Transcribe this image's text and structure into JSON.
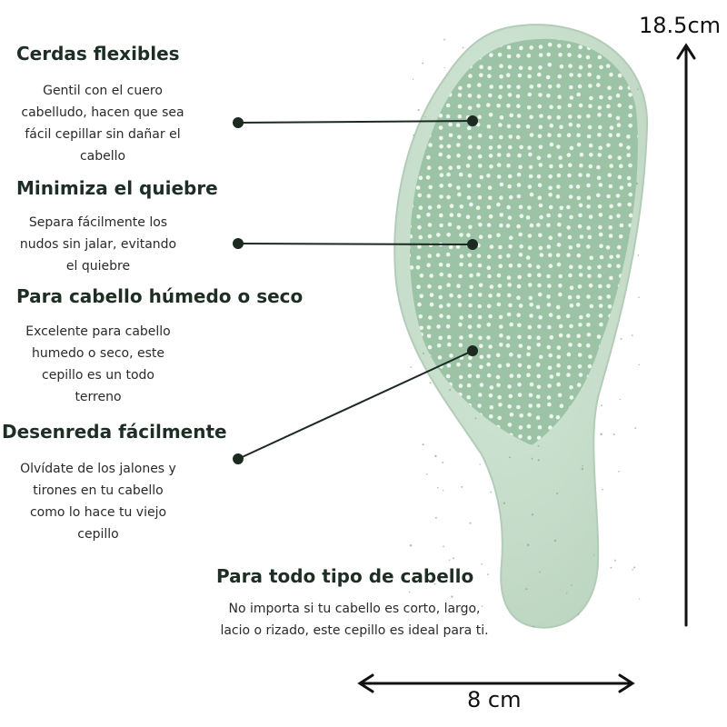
{
  "features": [
    {
      "title": "Cerdas flexibles",
      "description": [
        "Gentil con el cuero",
        "cabelludo, hacen que sea",
        "fácil cepillar sin dañar el",
        "cabello"
      ]
    },
    {
      "title": "Minimiza el quiebre",
      "description": [
        "Separa fácilmente los",
        "nudos sin jalar, evitando",
        "el quiebre"
      ]
    },
    {
      "title": "Para cabello húmedo o seco",
      "description": [
        "Excelente para cabello",
        "humedo o seco, este",
        "cepillo es un todo",
        "terreno"
      ]
    },
    {
      "title": "Desenreda fácilmente",
      "description": [
        "Olvídate de los jalones y",
        "tirones en tu cabello",
        "como lo hace tu viejo",
        "cepillo"
      ]
    },
    {
      "title": "Para todo tipo de cabello",
      "description": [
        "No importa si tu cabello es corto, largo,",
        "lacio o rizado, este cepillo es ideal para ti."
      ]
    }
  ],
  "dimensions": {
    "height_label": "18.5cm",
    "width_label": "8 cm"
  },
  "colors": {
    "brush_body": "#cfe3d3",
    "bristle_pad": "#9dc3a6",
    "bristle_tip": "#eef7ee",
    "text_dark": "#1e2e25",
    "line_dark": "#1c2a22"
  },
  "icons": [
    "hair-brush-image",
    "height-arrow-icon",
    "width-arrow-icon"
  ]
}
